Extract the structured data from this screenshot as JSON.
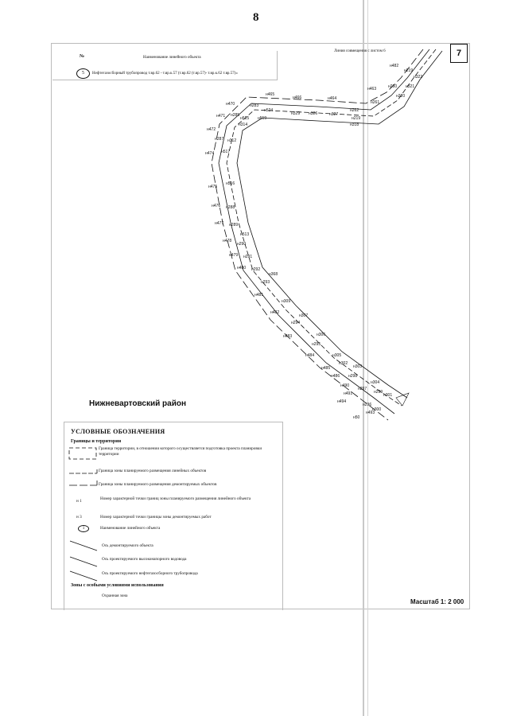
{
  "page_number": "8",
  "sheet_number": "7",
  "header": {
    "col_number": "№",
    "col_title": "Наименование линейного объекта",
    "row_circle": "5",
    "row_label": "Нефтегазосборный трубопровод т.вр.62 - т.вр.к.57 (т.вр.62 (т.вр.57)- т.вр.к.62 т.вр.57)»"
  },
  "join_label": "Линия совмещения с листом 6",
  "district": "Нижневартовский район",
  "scale": "Масштаб 1: 2 000",
  "legend": {
    "title": "УСЛОВНЫЕ ОБОЗНАЧЕНИЯ",
    "section_bounds": "Границы и территории",
    "item_territory": "Граница территории, в отношении которого осуществляется подготовка проекта планировки территории",
    "item_planned_zone": "Граница зоны планируемого размещения линейных объектов",
    "item_dismantle_zone": "Граница зоны планируемого размещения демонтируемых объектов",
    "item_point_marker": "н 1",
    "item_point_text": "Номер характерной точки границ зоны планируемого размещения линейного объекта",
    "item_dpoint_marker": "н 3",
    "item_dpoint_text": "Номер характерной точки границы зоны демонтируемых работ",
    "item_name_marker": "1",
    "item_name_text": "Наименование линейного объекта",
    "item_axis_dismantle": "Ось демонтируемого объекта",
    "item_axis_water": "Ось проектируемого высоконапорного водовода",
    "item_axis_oil": "Ось проектируемого нефтегазосборного трубопровода",
    "section_special": "Зоны с особыми условиями использования",
    "item_protect": "Охранная зона"
  },
  "point_labels": [
    "н482",
    "н219",
    "н322",
    "н463",
    "н260",
    "н321",
    "н465",
    "н466",
    "н464",
    "н261",
    "н320",
    "н470",
    "н283",
    "н524",
    "н329",
    "н326",
    "н327",
    "н262",
    "н219",
    "н471",
    "н285",
    "н515",
    "н519",
    "н318",
    "н472",
    "н314",
    "н287",
    "н312",
    "н474",
    "н517",
    "н475",
    "н516",
    "н476",
    "н288",
    "н477",
    "н289",
    "н478",
    "н513",
    "н290",
    "н479",
    "н291",
    "н480",
    "н292",
    "н368",
    "н293",
    "н481",
    "н309",
    "н482",
    "н307",
    "н294",
    "н483",
    "н306",
    "н295",
    "н484",
    "н305",
    "н485",
    "н302",
    "н303",
    "н486",
    "н298",
    "н304",
    "н490",
    "н297",
    "н491",
    "н299",
    "н301",
    "н494",
    "н296",
    "н493",
    "н300",
    "н50"
  ]
}
